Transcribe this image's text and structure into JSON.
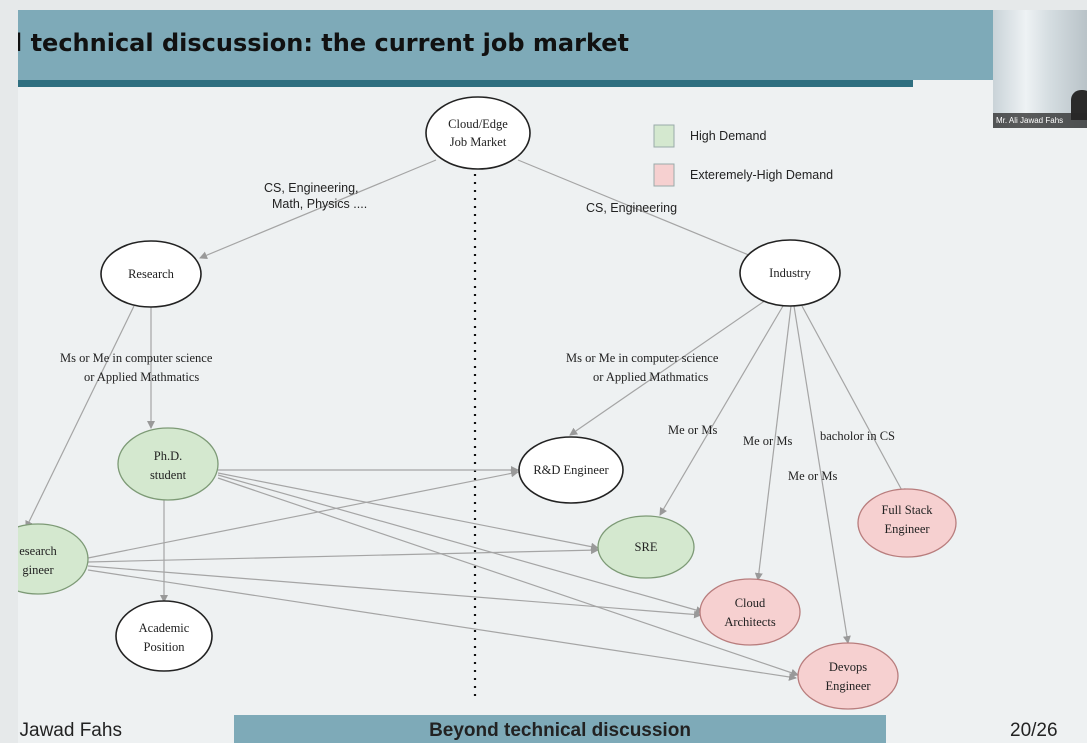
{
  "slide": {
    "title": "l technical discussion: the current job market",
    "footer_author": "i Jawad Fahs",
    "footer_title": "Beyond technical discussion",
    "footer_page": "20/26"
  },
  "webcam": {
    "label": "Mr. Ali Jawad Fahs"
  },
  "legend": {
    "high": {
      "label": "High Demand",
      "color": "#d4e8cf"
    },
    "extreme": {
      "label": "Exteremely-High Demand",
      "color": "#f6d0d0"
    }
  },
  "nodes": {
    "market": [
      "Cloud/Edge",
      "Job Market"
    ],
    "research": [
      "Research"
    ],
    "industry": [
      "Industry"
    ],
    "phd": [
      "Ph.D.",
      "student"
    ],
    "research_engineer": [
      "esearch",
      "gineer"
    ],
    "academic": [
      "Academic",
      "Position"
    ],
    "rd": [
      "R&D Engineer"
    ],
    "sre": [
      "SRE"
    ],
    "full_stack": [
      "Full Stack",
      "Engineer"
    ],
    "cloud_arch": [
      "Cloud",
      "Architects"
    ],
    "devops": [
      "Devops",
      "Engineer"
    ]
  },
  "edge_labels": {
    "to_research": [
      "CS, Engineering,",
      "Math, Physics ...."
    ],
    "to_industry": [
      "CS, Engineering"
    ],
    "research_ms": [
      "Ms or Me in computer science",
      "or Applied Mathmatics"
    ],
    "industry_ms": [
      "Ms or Me in computer science",
      "or Applied Mathmatics"
    ],
    "sre": [
      "Me or Ms"
    ],
    "cloud": [
      "Me or Ms"
    ],
    "devops": [
      "Me or Ms"
    ],
    "fullstack": [
      "bacholor in CS"
    ]
  }
}
